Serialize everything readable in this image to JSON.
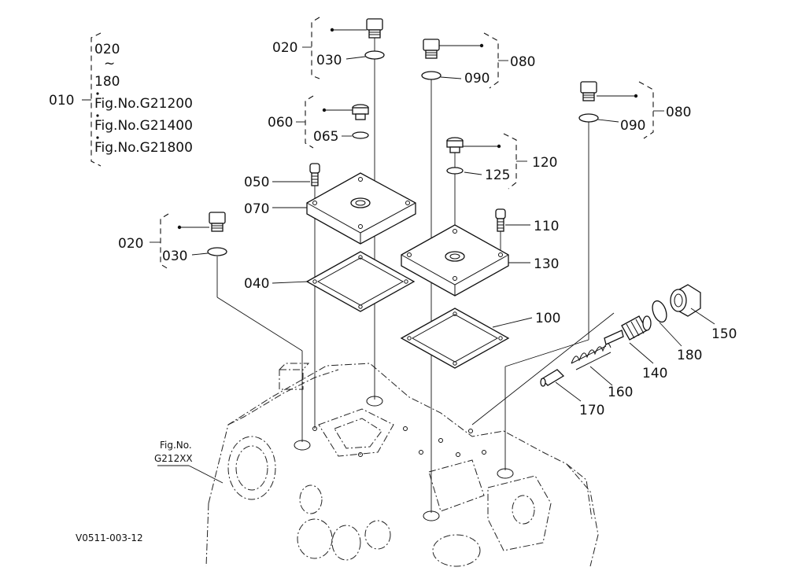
{
  "group_block": {
    "ref": "010",
    "lines": [
      "020",
      "~",
      "180",
      "Fig.No.G21200",
      "Fig.No.G21400",
      "Fig.No.G21800"
    ]
  },
  "callouts": {
    "p020a": "020",
    "p030a": "030",
    "p080a": "080",
    "p090a": "090",
    "p080b": "080",
    "p090b": "090",
    "p060": "060",
    "p065": "065",
    "p120": "120",
    "p125": "125",
    "p050": "050",
    "p070": "070",
    "p020b": "020",
    "p030b": "030",
    "p040": "040",
    "p110": "110",
    "p130": "130",
    "p100": "100",
    "p150": "150",
    "p180": "180",
    "p140": "140",
    "p160": "160",
    "p170": "170"
  },
  "housing_ref": {
    "line1": "Fig.No.",
    "line2": "G212XX"
  },
  "drawing_code": "V0511-003-12"
}
